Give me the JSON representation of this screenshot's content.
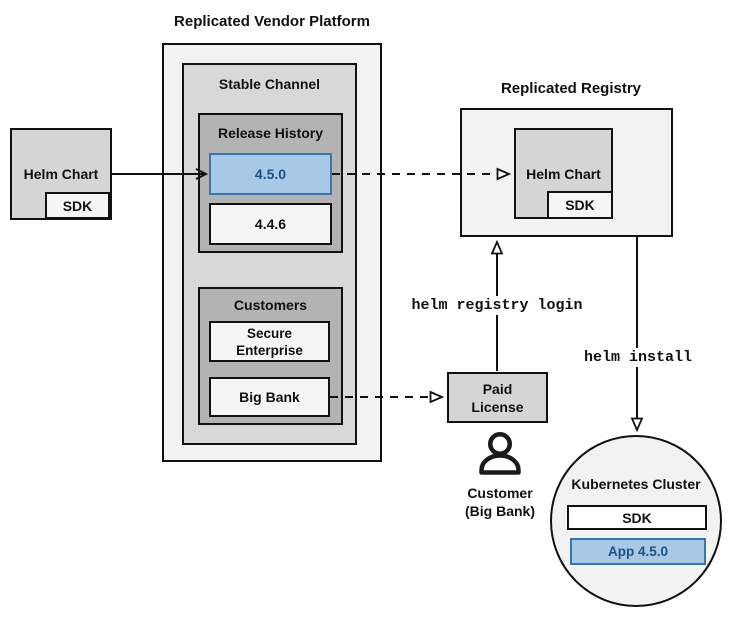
{
  "colors": {
    "highlight_fill": "#a8c8e8",
    "highlight_border": "#3a76ad",
    "highlight_text": "#1d5180"
  },
  "vendor": {
    "title": "Replicated Vendor Platform",
    "stable_channel_title": "Stable Channel",
    "release_history_title": "Release History",
    "releases": [
      {
        "version": "4.5.0"
      },
      {
        "version": "4.4.6"
      }
    ],
    "customers_title": "Customers",
    "customer_items": [
      [
        "Secure",
        "Enterprise"
      ],
      [
        "Big Bank"
      ]
    ]
  },
  "source": {
    "helm_chart_label": "Helm Chart",
    "sdk_label": "SDK"
  },
  "registry": {
    "title": "Replicated Registry",
    "helm_chart_label": "Helm Chart",
    "sdk_label": "SDK"
  },
  "paid_license": [
    "Paid",
    "License"
  ],
  "customer": [
    "Customer",
    "(Big Bank)"
  ],
  "commands": {
    "registry_login": "helm registry login",
    "install": "helm install"
  },
  "cluster": {
    "title": "Kubernetes Cluster",
    "sdk_label": "SDK",
    "app_label": "App 4.5.0"
  }
}
